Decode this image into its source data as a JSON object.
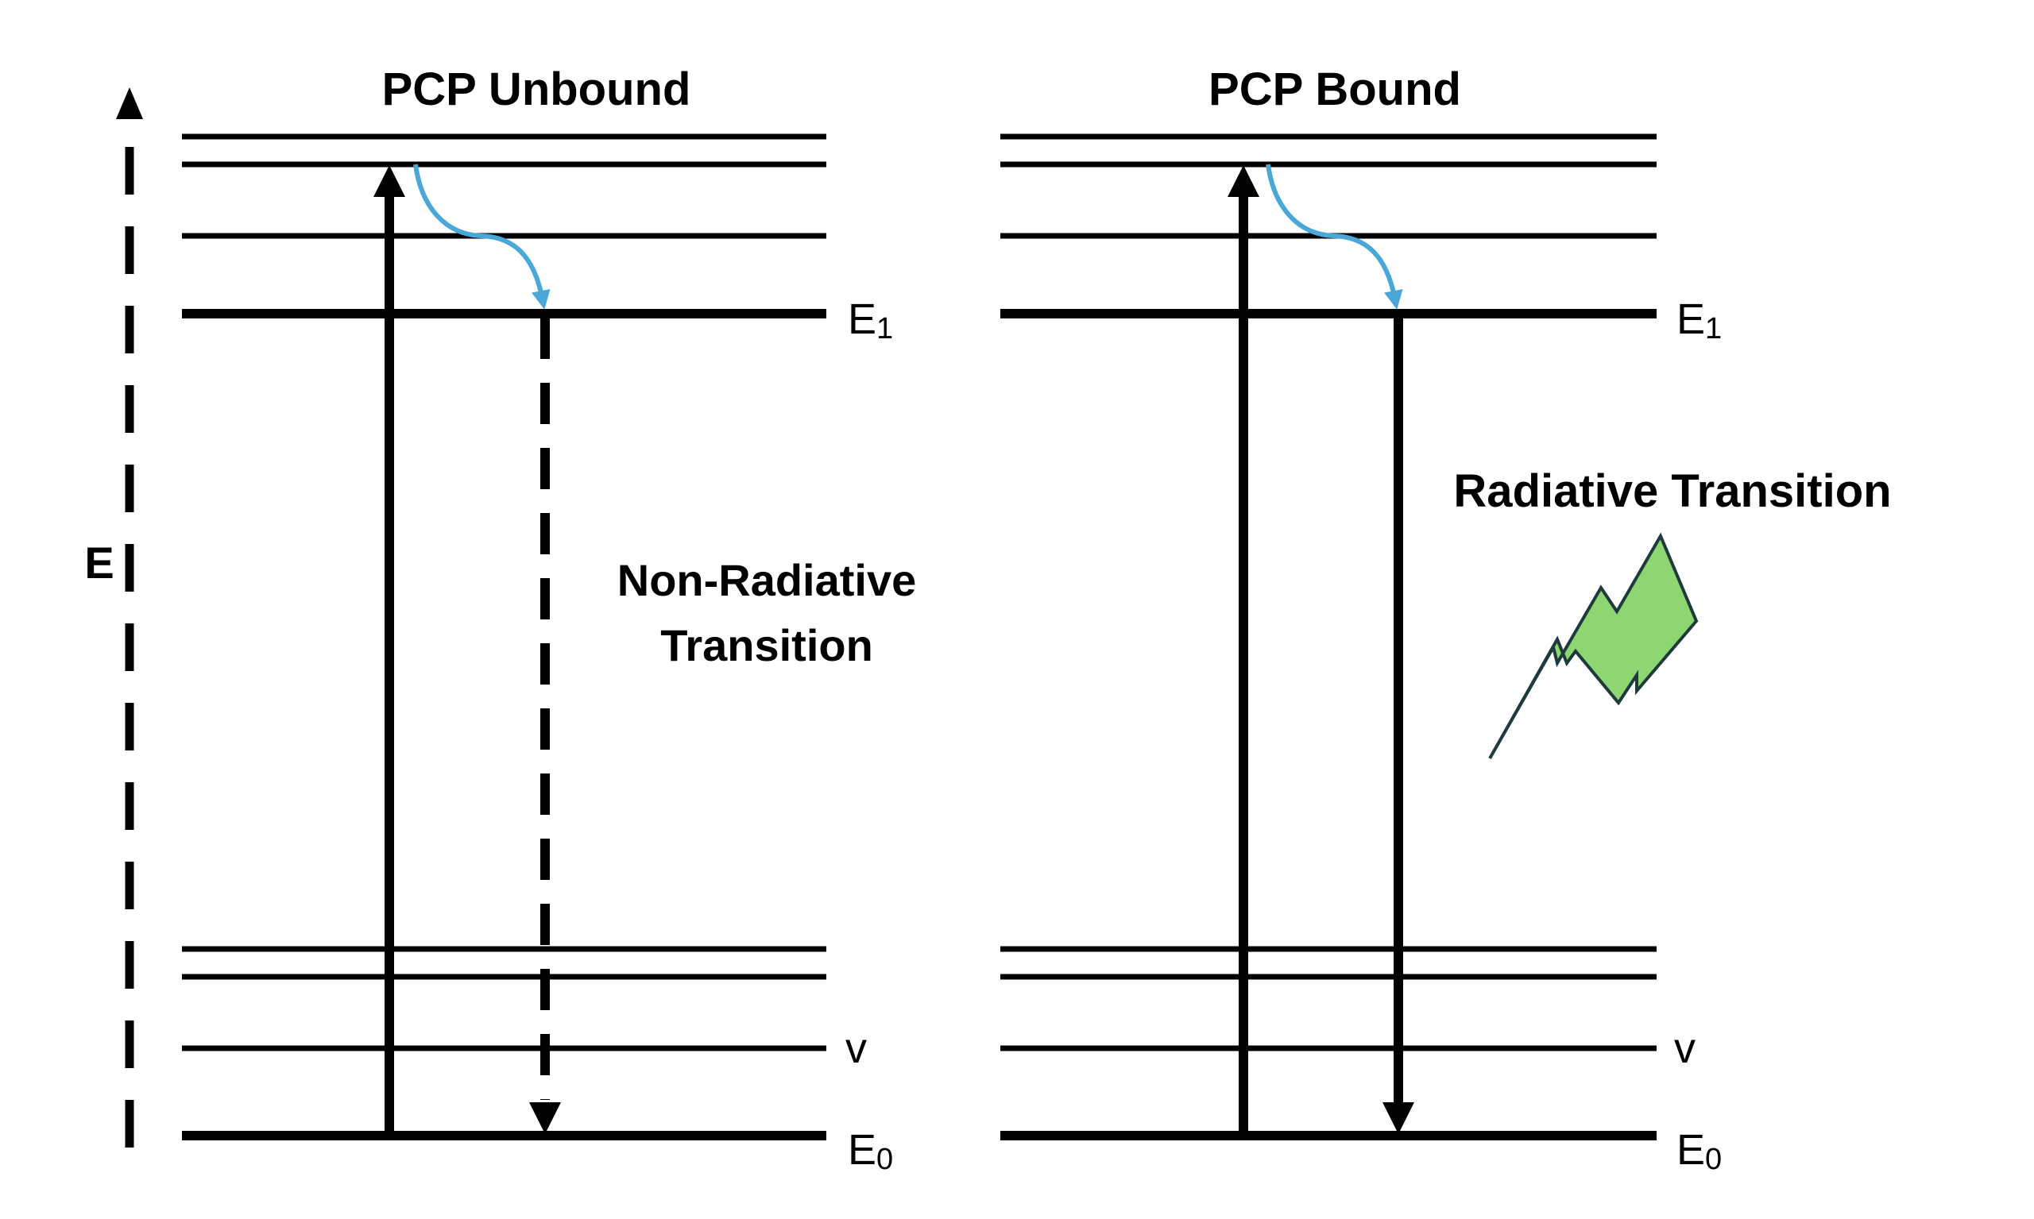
{
  "axis": {
    "label": "E"
  },
  "panels": [
    {
      "id": "unbound",
      "title": "PCP Unbound",
      "levels": {
        "upper": "E",
        "upper_sub": "1",
        "vib": "v",
        "ground": "E",
        "ground_sub": "0"
      },
      "transition_label_lines": [
        "Non-Radiative",
        "Transition"
      ],
      "transition_style": "dashed"
    },
    {
      "id": "bound",
      "title": "PCP Bound",
      "levels": {
        "upper": "E",
        "upper_sub": "1",
        "vib": "v",
        "ground": "E",
        "ground_sub": "0"
      },
      "transition_label_lines": [
        "Radiative Transition"
      ],
      "transition_style": "solid",
      "emission_icon": "lightning-bolt-icon"
    }
  ],
  "colors": {
    "line": "#000000",
    "relaxation_arrow": "#4aa8d8",
    "bolt_fill": "#8ed672",
    "bolt_stroke": "#1f3a3d"
  }
}
